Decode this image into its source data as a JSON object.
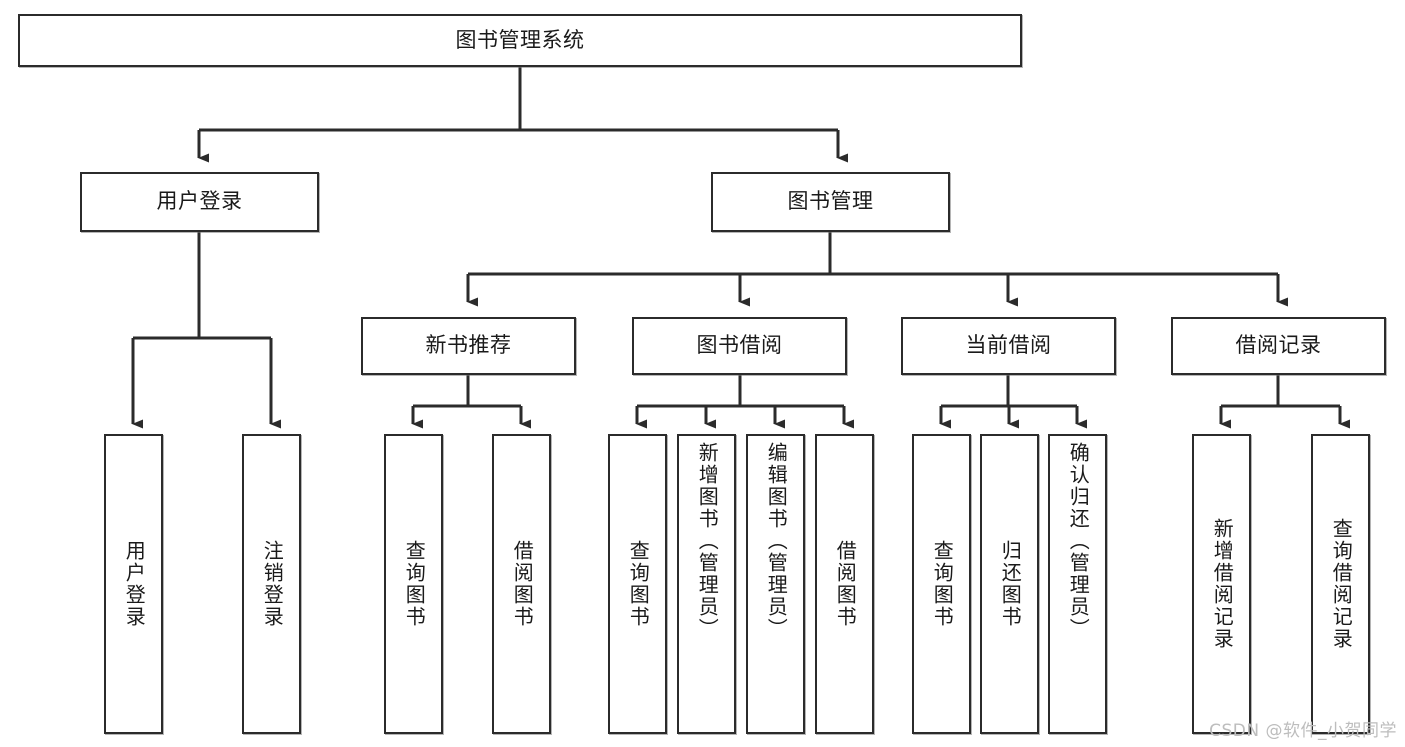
{
  "diagram": {
    "title": "图书管理系统",
    "type": "hierarchy-tree",
    "root": {
      "id": "root",
      "label": "图书管理系统"
    },
    "level1": [
      {
        "id": "user-login",
        "label": "用户登录"
      },
      {
        "id": "book-manage",
        "label": "图书管理"
      }
    ],
    "level2": [
      {
        "id": "new-book-recommend",
        "label": "新书推荐",
        "parent": "book-manage"
      },
      {
        "id": "book-borrow",
        "label": "图书借阅",
        "parent": "book-manage"
      },
      {
        "id": "current-borrow",
        "label": "当前借阅",
        "parent": "book-manage"
      },
      {
        "id": "borrow-record",
        "label": "借阅记录",
        "parent": "book-manage"
      }
    ],
    "leaves": [
      {
        "id": "leaf-user-login",
        "label": "用户登录",
        "parent": "user-login"
      },
      {
        "id": "leaf-logout-login",
        "label": "注销登录",
        "parent": "user-login"
      },
      {
        "id": "leaf-query-book-1",
        "label": "查询图书",
        "parent": "new-book-recommend"
      },
      {
        "id": "leaf-borrow-book-1",
        "label": "借阅图书",
        "parent": "new-book-recommend"
      },
      {
        "id": "leaf-query-book-2",
        "label": "查询图书",
        "parent": "book-borrow"
      },
      {
        "id": "leaf-add-book",
        "label": "新增图书（管理员）",
        "parent": "book-borrow"
      },
      {
        "id": "leaf-edit-book",
        "label": "编辑图书（管理员）",
        "parent": "book-borrow"
      },
      {
        "id": "leaf-borrow-book-2",
        "label": "借阅图书",
        "parent": "book-borrow"
      },
      {
        "id": "leaf-query-book-3",
        "label": "查询图书",
        "parent": "current-borrow"
      },
      {
        "id": "leaf-return-book",
        "label": "归还图书",
        "parent": "current-borrow"
      },
      {
        "id": "leaf-confirm-return",
        "label": "确认归还（管理员）",
        "parent": "current-borrow"
      },
      {
        "id": "leaf-add-borrow-record",
        "label": "新增借阅记录",
        "parent": "borrow-record"
      },
      {
        "id": "leaf-query-borrow-record",
        "label": "查询借阅记录",
        "parent": "borrow-record"
      }
    ]
  },
  "watermark": {
    "text": "CSDN @软件_小贺同学"
  },
  "colors": {
    "background": "#ffffff",
    "box_fill": "#ffffff",
    "box_stroke": "#2b2b2b",
    "connector": "#2b2b2b",
    "text": "#1a1a1a",
    "watermark": "#bdbdbd"
  }
}
